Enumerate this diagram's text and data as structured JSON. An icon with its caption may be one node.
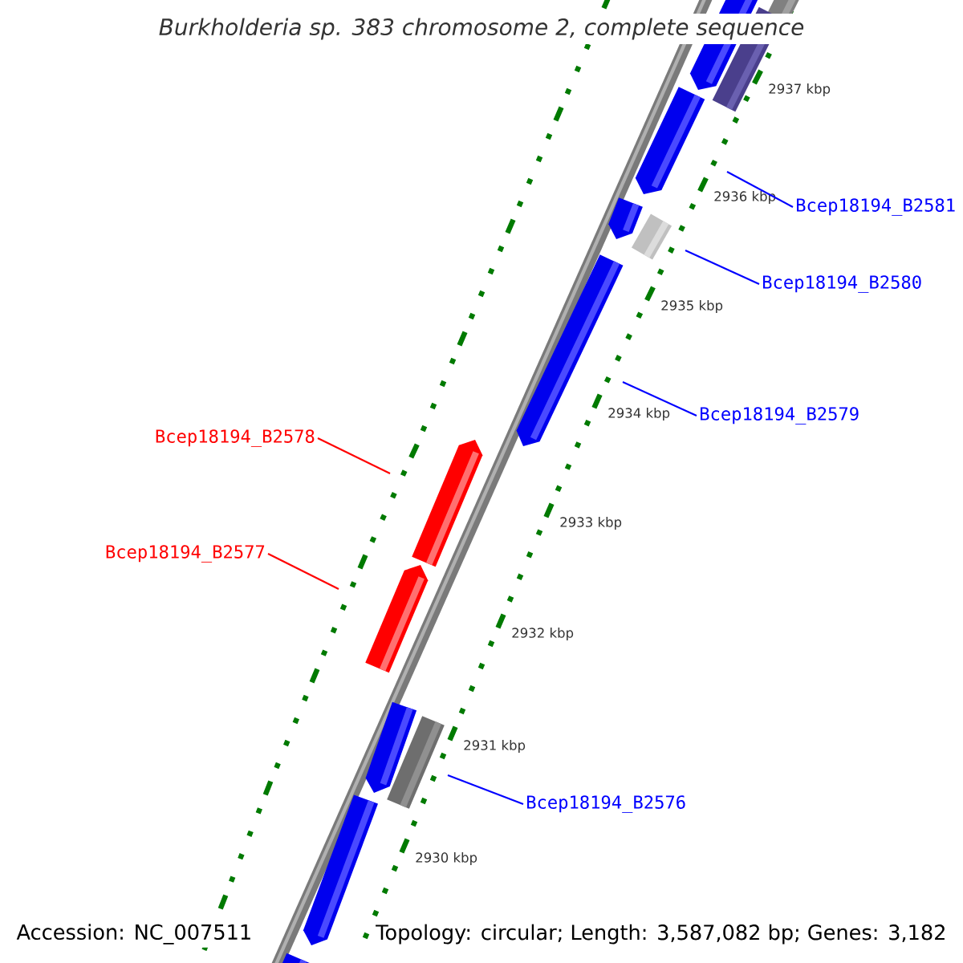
{
  "diagram": {
    "title": "Burkholderia sp. 383 chromosome 2, complete sequence",
    "nodes": [
      {
        "text": [
          "Bcep18194_B2581"
        ]
      },
      {
        "text": [
          "Bcep18194_B2580"
        ]
      },
      {
        "text": [
          "Bcep18194_B2579"
        ]
      },
      {
        "text": [
          "Bcep18194_B2578"
        ]
      },
      {
        "text": [
          "Bcep18194_B2577"
        ]
      },
      {
        "text": [
          "Bcep18194_B2576"
        ]
      }
    ],
    "edges": [
      {
        "from": 0,
        "to": null,
        "arrow": "none"
      },
      {
        "from": 1,
        "to": null,
        "arrow": "none"
      },
      {
        "from": 2,
        "to": null,
        "arrow": "none"
      },
      {
        "from": 3,
        "to": null,
        "arrow": "none",
        "color": "#ff0000"
      },
      {
        "from": 4,
        "to": null,
        "arrow": "none",
        "color": "#ff0000"
      },
      {
        "from": 5,
        "to": null,
        "arrow": "none"
      }
    ],
    "labels": [
      "2937 kbp",
      "2936 kbp",
      "2935 kbp",
      "2934 kbp",
      "2933 kbp",
      "2932 kbp",
      "2931 kbp",
      "2930 kbp",
      "Accession: NC_007511",
      "Topology: circular; Length: 3,587,082 bp; Genes: 3,182"
    ]
  }
}
